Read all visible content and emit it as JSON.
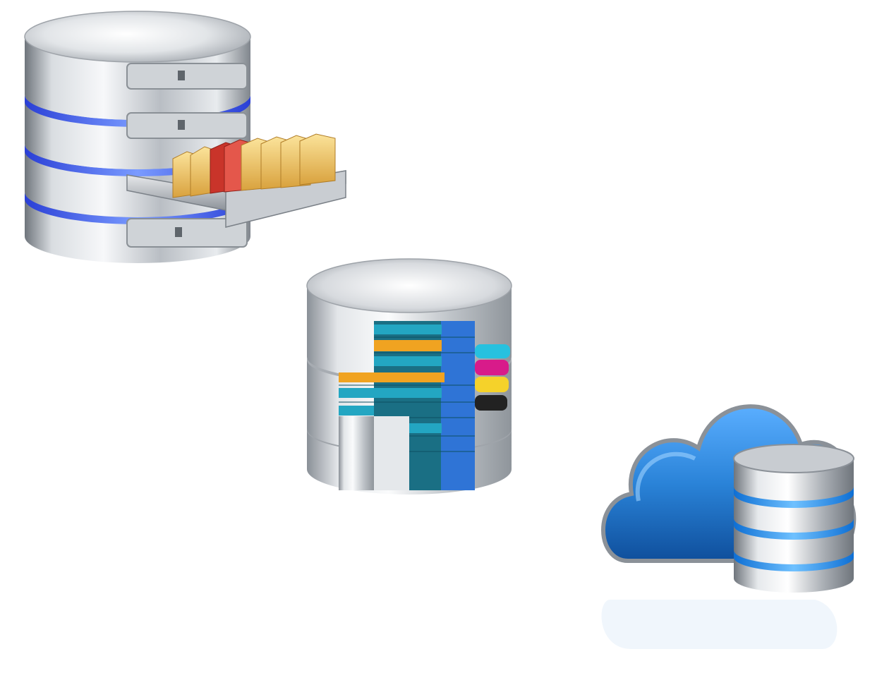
{
  "scene": {
    "background": "#ffffff",
    "icons": [
      {
        "id": "file-db",
        "name": "database-with-file-drawer-icon"
      },
      {
        "id": "colorful-db",
        "name": "colorful-database-icon"
      },
      {
        "id": "cloud-db",
        "name": "cloud-database-icon"
      }
    ]
  },
  "colors": {
    "metal_light": "#f4f5f7",
    "metal_mid": "#c7cbd0",
    "metal_dark": "#7c828a",
    "glow_blue": "#3b6cff",
    "cloud_blue": "#2a83d8",
    "folder_yellow": "#f2c75c",
    "folder_red": "#c9342a",
    "strip_teal": "#1f8fa8",
    "strip_orange": "#f0a321",
    "strip_magenta": "#d81b8a",
    "strip_cyan": "#27c1df",
    "strip_yellow": "#f5d22a",
    "strip_black": "#222222"
  }
}
